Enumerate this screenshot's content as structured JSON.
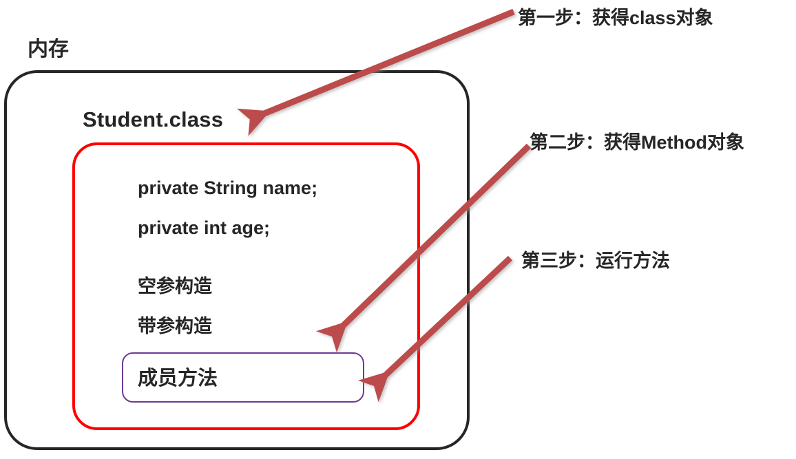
{
  "diagram": {
    "title_label": "内存",
    "class_box": {
      "title": "Student.class",
      "fields": [
        "private String name;",
        "private int age;"
      ],
      "constructors": [
        "空参构造",
        "带参构造"
      ],
      "member_method": "成员方法"
    },
    "steps": [
      {
        "id": "step-1",
        "label": "第一步：获得class对象"
      },
      {
        "id": "step-2",
        "label": "第二步：获得Method对象"
      },
      {
        "id": "step-3",
        "label": "第三步：运行方法"
      }
    ],
    "colors": {
      "memory_border": "#262626",
      "class_border": "#fe0000",
      "method_border": "#6b3a96",
      "arrow": "#bc4b4b",
      "text": "#262626",
      "background": "#ffffff"
    }
  }
}
